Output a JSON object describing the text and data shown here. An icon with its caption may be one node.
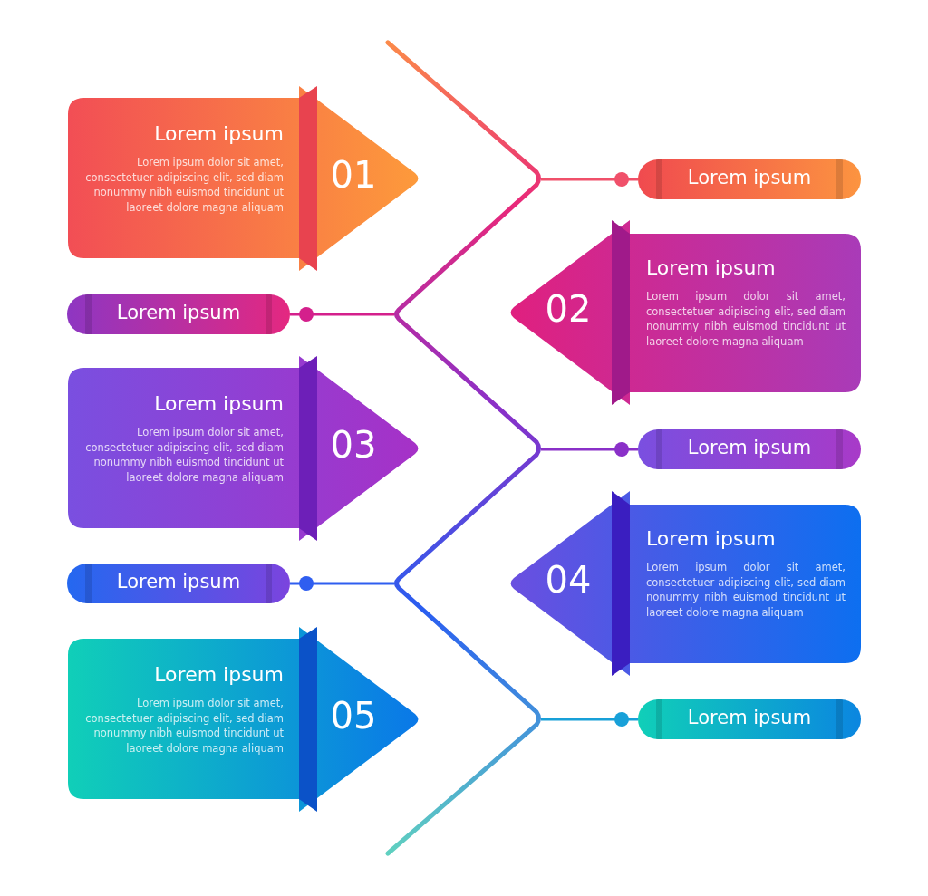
{
  "diagram": {
    "nodes": [
      {
        "text": [
          "Lorem ipsum",
          "Lorem ipsum dolor sit amet, consectetuer adipiscing elit, sed diam nonummy nibh euismod tincidunt ut laoreet dolore magna aliquam",
          "01"
        ]
      },
      {
        "text": [
          "Lorem ipsum"
        ]
      },
      {
        "text": [
          "Lorem ipsum"
        ]
      },
      {
        "text": [
          "02",
          "Lorem ipsum",
          "Lorem ipsum dolor sit amet, consectetuer adipiscing elit, sed diam nonummy nibh euismod tincidunt ut laoreet dolore magna aliquam"
        ]
      },
      {
        "text": [
          "Lorem ipsum",
          "Lorem ipsum dolor sit amet, consectetuer adipiscing elit, sed diam nonummy nibh euismod tincidunt ut laoreet dolore magna aliquam",
          "03"
        ]
      },
      {
        "text": [
          "Lorem ipsum"
        ]
      },
      {
        "text": [
          "Lorem ipsum"
        ]
      },
      {
        "text": [
          "04",
          "Lorem ipsum",
          "Lorem ipsum dolor sit amet, consectetuer adipiscing elit, sed diam nonummy nibh euismod tincidunt ut laoreet dolore magna aliquam"
        ]
      },
      {
        "text": [
          "Lorem ipsum",
          "Lorem ipsum dolor sit amet, consectetuer adipiscing elit, sed diam nonummy nibh euismod tincidunt ut laoreet dolore magna aliquam",
          "05"
        ]
      },
      {
        "text": [
          "Lorem ipsum"
        ]
      }
    ],
    "edges": [
      {
        "from": null,
        "to": 1,
        "arrow": "other",
        "color": "#f0506a"
      },
      {
        "from": null,
        "to": 2,
        "arrow": "other",
        "color": "#d4208c"
      },
      {
        "from": null,
        "to": 5,
        "arrow": "other",
        "color": "#8a30c8"
      },
      {
        "from": null,
        "to": 6,
        "arrow": "other",
        "color": "#2f5ef0"
      },
      {
        "from": null,
        "to": 9,
        "arrow": "other",
        "color": "#18a0d8"
      }
    ]
  }
}
